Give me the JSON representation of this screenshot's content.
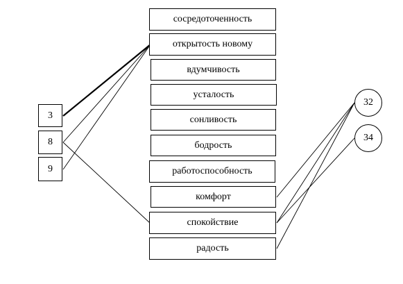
{
  "states": [
    {
      "label": "сосредоточенность"
    },
    {
      "label": "открытость новому"
    },
    {
      "label": "вдумчивость"
    },
    {
      "label": "усталость"
    },
    {
      "label": "сонливость"
    },
    {
      "label": "бодрость"
    },
    {
      "label": "работоспособность"
    },
    {
      "label": "комфорт"
    },
    {
      "label": "спокойствие"
    },
    {
      "label": "радость"
    }
  ],
  "left_numbers": [
    {
      "label": "3"
    },
    {
      "label": "8"
    },
    {
      "label": "9"
    }
  ],
  "right_numbers": [
    {
      "label": "32"
    },
    {
      "label": "34"
    }
  ],
  "connections": [
    {
      "from": "3",
      "to": "открытость новому",
      "emphasis": "bold"
    },
    {
      "from": "8",
      "to": "открытость новому",
      "emphasis": "normal"
    },
    {
      "from": "9",
      "to": "открытость новому",
      "emphasis": "normal"
    },
    {
      "from": "8",
      "to": "спокойствие",
      "emphasis": "normal"
    },
    {
      "from": "32",
      "to": "комфорт",
      "emphasis": "normal"
    },
    {
      "from": "32",
      "to": "спокойствие",
      "emphasis": "normal"
    },
    {
      "from": "32",
      "to": "радость",
      "emphasis": "normal"
    },
    {
      "from": "34",
      "to": "спокойствие",
      "emphasis": "normal"
    }
  ]
}
